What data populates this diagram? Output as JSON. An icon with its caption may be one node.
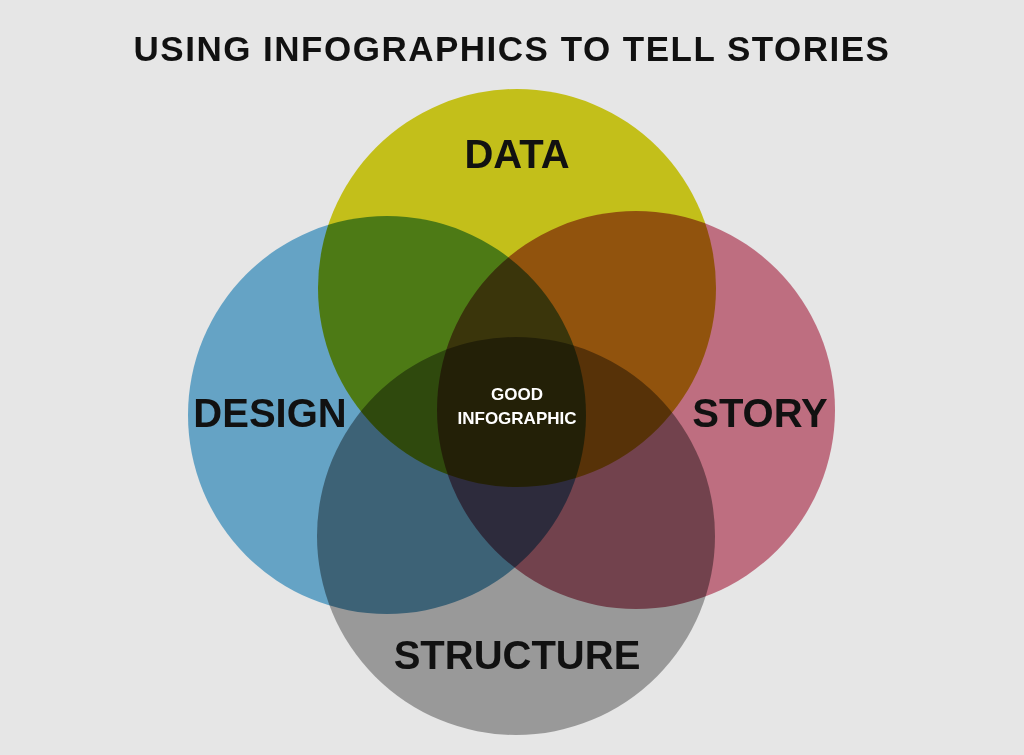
{
  "diagram": {
    "title": "USING INFOGRAPHICS TO TELL STORIES",
    "nodes": [
      {
        "text": [
          "DATA"
        ]
      },
      {
        "text": [
          "DESIGN"
        ]
      },
      {
        "text": [
          "STORY"
        ]
      },
      {
        "text": [
          "STRUCTURE"
        ]
      }
    ],
    "labels": [
      "GOOD INFOGRAPHIC"
    ]
  }
}
